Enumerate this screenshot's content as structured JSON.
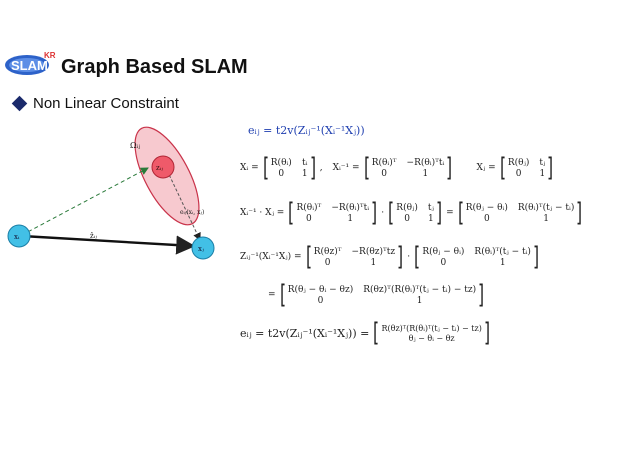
{
  "header": {
    "logo_text": "SLAM",
    "logo_badge": "KR",
    "title": "Graph Based SLAM"
  },
  "bullet": {
    "text": "Non Linear Constraint"
  },
  "graph": {
    "node_i": "xᵢ",
    "node_j": "xⱼ",
    "node_ij": "zᵢⱼ",
    "omega": "Ωᵢⱼ",
    "edge_error": "eᵢⱼ(xᵢ, xⱼ)",
    "edge_z": "ẑᵢⱼ"
  },
  "equations": {
    "e1": "eᵢⱼ = t2v(Zᵢⱼ⁻¹(Xᵢ⁻¹Xⱼ))",
    "xi_lhs": "Xᵢ =",
    "xi_inv_lhs": "Xᵢ⁻¹ =",
    "xj_lhs": "Xⱼ =",
    "xi_m": [
      "R(θᵢ)",
      "tᵢ",
      "0",
      "1"
    ],
    "xi_inv_m": [
      "R(θᵢ)ᵀ",
      "−R(θᵢ)ᵀtᵢ",
      "0",
      "1"
    ],
    "xj_m": [
      "R(θⱼ)",
      "tⱼ",
      "0",
      "1"
    ],
    "prod_lhs": "Xᵢ⁻¹ · Xⱼ =",
    "prod_res": [
      "R(θⱼ − θᵢ)",
      "R(θᵢ)ᵀ(tⱼ − tᵢ)",
      "0",
      "1"
    ],
    "z_lhs": "Zᵢⱼ⁻¹(Xᵢ⁻¹Xⱼ) =",
    "z_m": [
      "R(θz)ᵀ",
      "−R(θz)ᵀtz",
      "0",
      "1"
    ],
    "final_m": [
      "R(θⱼ − θᵢ − θz)",
      "R(θz)ᵀ(R(θᵢ)ᵀ(tⱼ − tᵢ) − tz)",
      "0",
      "1"
    ],
    "e2_lhs": "eᵢⱼ = t2v(Zᵢⱼ⁻¹(Xᵢ⁻¹Xⱼ)) =",
    "e2_vec": [
      "R(θz)ᵀ(R(θᵢ)ᵀ(tⱼ − tᵢ) − tz)",
      "θⱼ − θᵢ − θz"
    ],
    "eq": "=",
    "dot": "·",
    "comma": ","
  }
}
